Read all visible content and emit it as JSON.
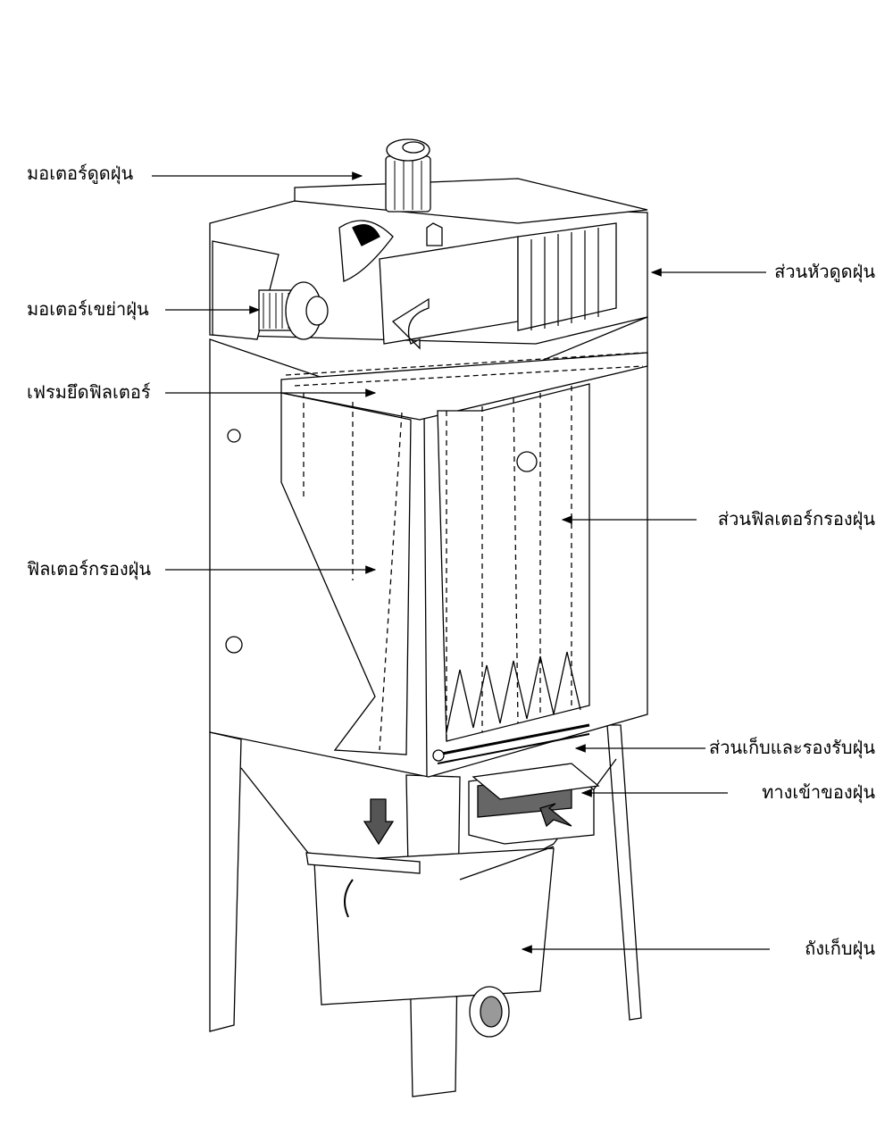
{
  "labels": {
    "suction_motor": "มอเตอร์ดูดฝุ่น",
    "shaker_motor": "มอเตอร์เขย่าฝุ่น",
    "filter_frame": "เฟรมยึดฟิลเตอร์",
    "dust_filter": "ฟิลเตอร์กรองฝุ่น",
    "suction_head_section": "ส่วนหัวดูดฝุ่น",
    "filter_section": "ส่วนฟิลเตอร์กรองฝุ่น",
    "collection_section": "ส่วนเก็บและรองรับฝุ่น",
    "dust_inlet": "ทางเข้าของฝุ่น",
    "dust_bin": "ถังเก็บฝุ่น"
  }
}
